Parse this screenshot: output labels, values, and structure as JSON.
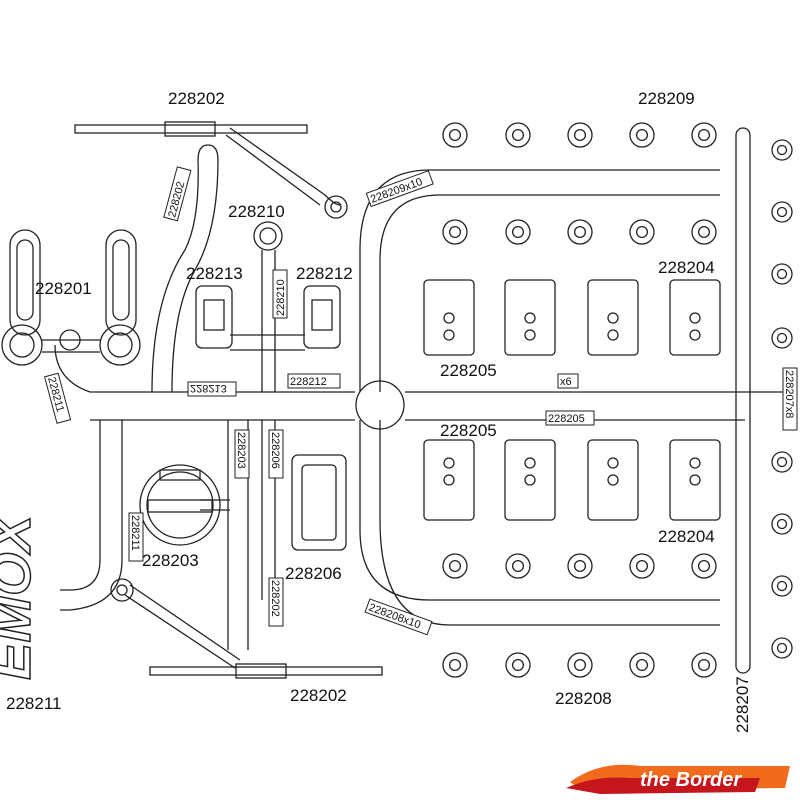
{
  "labels": {
    "l228202_top": "228202",
    "l228209": "228209",
    "l228210": "228210",
    "l228213": "228213",
    "l228212": "228212",
    "l228201": "228201",
    "l228204_top": "228204",
    "l228205_a": "228205",
    "l228205_b": "228205",
    "l228203": "228203",
    "l228206": "228206",
    "l228204_bot": "228204",
    "l228202_bot": "228202",
    "l228208": "228208",
    "l228211": "228211",
    "l228207": "228207"
  },
  "runner_tags": {
    "t228202": "228202",
    "t228209x10": "228209x10",
    "t228210": "228210",
    "t228211a": "228211",
    "t228213": "228213",
    "t228212": "228212",
    "t228205": "228205",
    "tx6": "x6",
    "t228207x8": "228207x8",
    "t228203": "228203",
    "t228206": "228206",
    "t228211b": "228211",
    "t228202b": "228202",
    "t228208x10": "228208x10"
  },
  "emox_text": "EMOX",
  "brand": {
    "name": "the Border",
    "colors": [
      "#f26a1b",
      "#c4161c"
    ]
  },
  "colors": {
    "line": "#222222",
    "text": "#111111"
  }
}
